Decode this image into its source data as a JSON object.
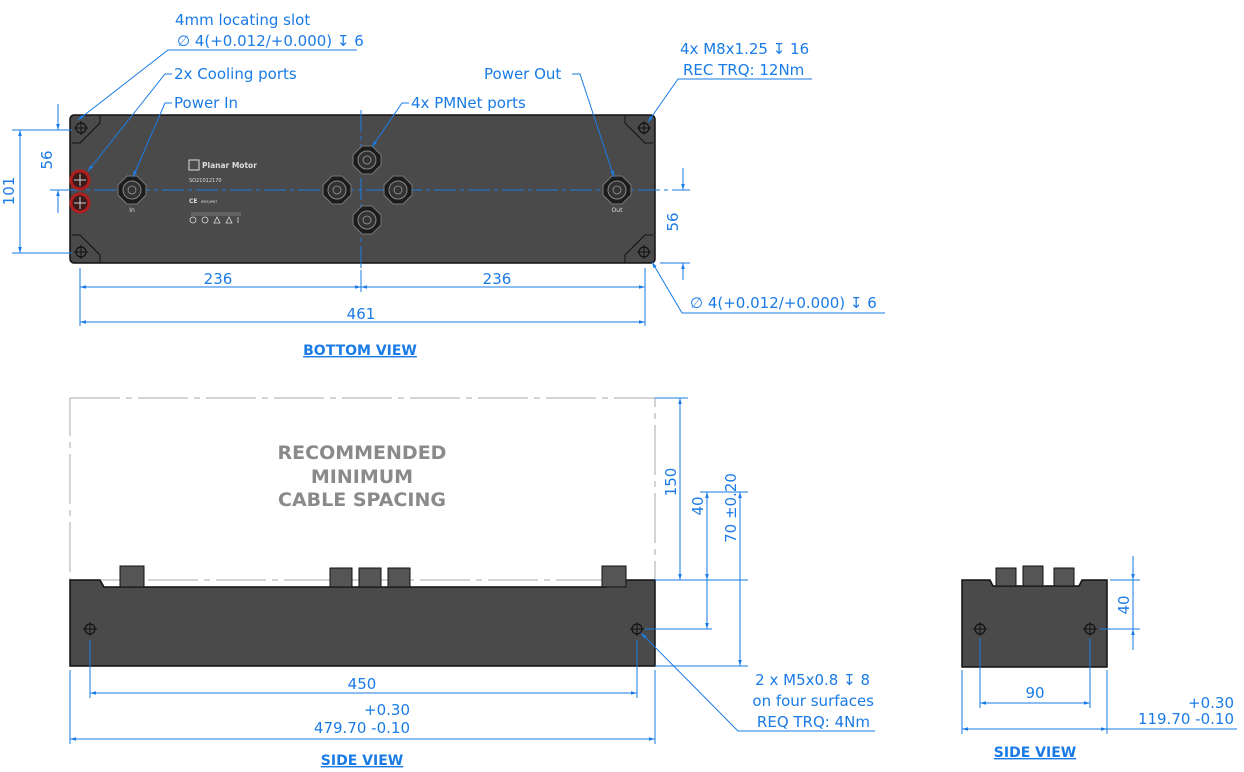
{
  "colors": {
    "dimension": "#1a7be6",
    "body": "#4a4a4a",
    "cooling": "#b01e1e",
    "spacing_text": "#8a8a8a"
  },
  "bottom_view": {
    "title": "BOTTOM VIEW",
    "callouts": {
      "locating_slot_1": "4mm locating slot",
      "locating_slot_2": "∅ 4(+0.012/+0.000) ↧ 6",
      "cooling": "2x Cooling ports",
      "power_in": "Power In",
      "pmnet": "4x PMNet ports",
      "power_out": "Power Out",
      "m8_1": "4x M8x1.25 ↧ 16",
      "m8_2": "REC TRQ: 12Nm",
      "hole": "∅ 4(+0.012/+0.000) ↧ 6"
    },
    "dims": {
      "height": "101",
      "left_56": "56",
      "right_56": "56",
      "left_236": "236",
      "right_236": "236",
      "length": "461"
    },
    "device_label": {
      "brand": "Planar Motor",
      "serial": "SO21012170",
      "rating": "IP65/IP67",
      "ce": "CE",
      "in": "In",
      "out": "Out"
    }
  },
  "side_view": {
    "title": "SIDE VIEW",
    "spacing": [
      "RECOMMENDED",
      "MINIMUM",
      "CABLE SPACING"
    ],
    "dims": {
      "d150": "150",
      "d40": "40",
      "d70": "70 ±0.20",
      "d450": "450",
      "tol_plus": "+0.30",
      "length": "479.70 -0.10"
    },
    "screw_note": [
      "2 x M5x0.8 ↧ 8",
      "on four surfaces",
      "REQ TRQ: 4Nm"
    ]
  },
  "side_view_small": {
    "title": "SIDE VIEW",
    "dims": {
      "d40": "40",
      "d90": "90",
      "tol_plus": "+0.30",
      "width": "119.70 -0.10"
    }
  }
}
